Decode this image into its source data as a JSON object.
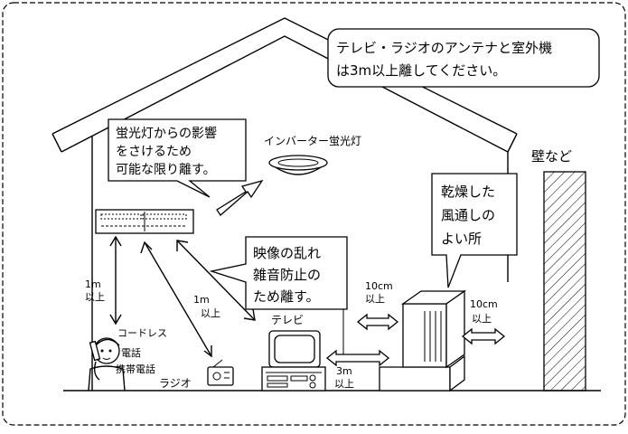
{
  "notes": {
    "antenna_line1": "テレビ・ラジオのアンテナと室外機",
    "antenna_line2": "は3m以上離してください。",
    "fluorescent_line1": "蛍光灯からの影響",
    "fluorescent_line2": "をさけるため",
    "fluorescent_line3": "可能な限り離す。",
    "interference_line1": "映像の乱れ",
    "interference_line2": "雑音防止の",
    "interference_line3": "ため離す。",
    "location_line1": "乾燥した",
    "location_line2": "風通しの",
    "location_line3": "よい所"
  },
  "labels": {
    "inverter_light": "インバーター蛍光灯",
    "wall": "壁など",
    "tv": "テレビ",
    "radio": "ラジオ",
    "phones_line1": "コードレス",
    "phones_line2": "電話",
    "phones_line3": "携帯電話"
  },
  "distances": {
    "d1_val": "1m",
    "d1_unit": "以上",
    "d2_val": "1m",
    "d2_unit": "以上",
    "d3_val": "3m",
    "d3_unit": "以上",
    "d4_val": "10cm",
    "d4_unit": "以上",
    "d5_val": "10cm",
    "d5_unit": "以上"
  }
}
